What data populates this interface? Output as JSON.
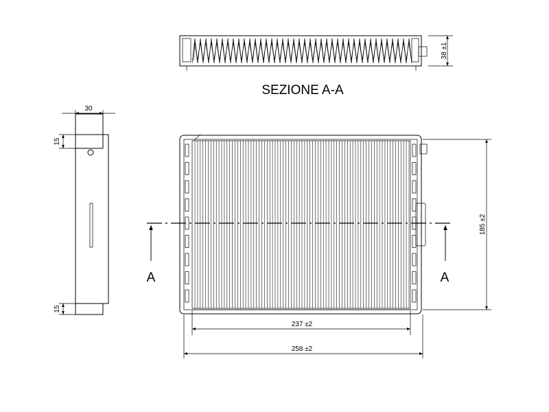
{
  "section_title": "SEZIONE A-A",
  "section_marker": "A",
  "dimensions": {
    "section_height": "38 ±1",
    "side_width": "30",
    "side_top": "15",
    "side_bottom": "15",
    "height": "185 ±2",
    "inner_width": "237 ±2",
    "outer_width": "258 ±2"
  }
}
